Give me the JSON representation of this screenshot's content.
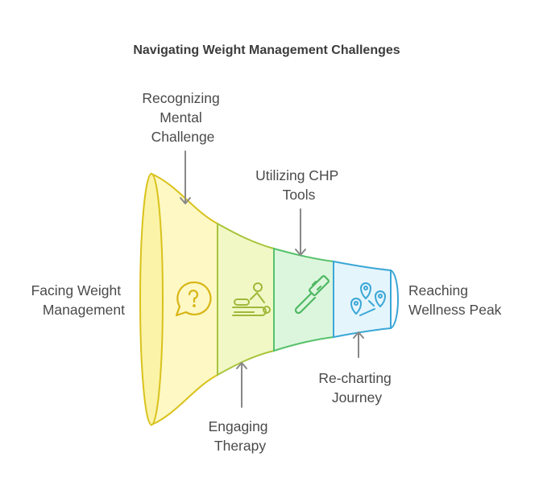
{
  "title": "Navigating Weight Management Challenges",
  "start_label": [
    "Facing Weight",
    "Management"
  ],
  "end_label": [
    "Reaching",
    "Wellness Peak"
  ],
  "stages": [
    {
      "label": [
        "Recognizing",
        "Mental",
        "Challenge"
      ],
      "icon": "question-bubble-icon",
      "color": "#d9c21c",
      "fill": "#fdf8c4"
    },
    {
      "label": [
        "Engaging",
        "Therapy"
      ],
      "icon": "massage-therapy-icon",
      "color": "#a8c43a",
      "fill": "#f1f8c6"
    },
    {
      "label": [
        "Utilizing CHP",
        "Tools"
      ],
      "icon": "hammer-tool-icon",
      "color": "#56c26a",
      "fill": "#dcf6de"
    },
    {
      "label": [
        "Re-charting",
        "Journey"
      ],
      "icon": "map-route-icon",
      "color": "#3aa7d6",
      "fill": "#e5f5fc"
    }
  ]
}
